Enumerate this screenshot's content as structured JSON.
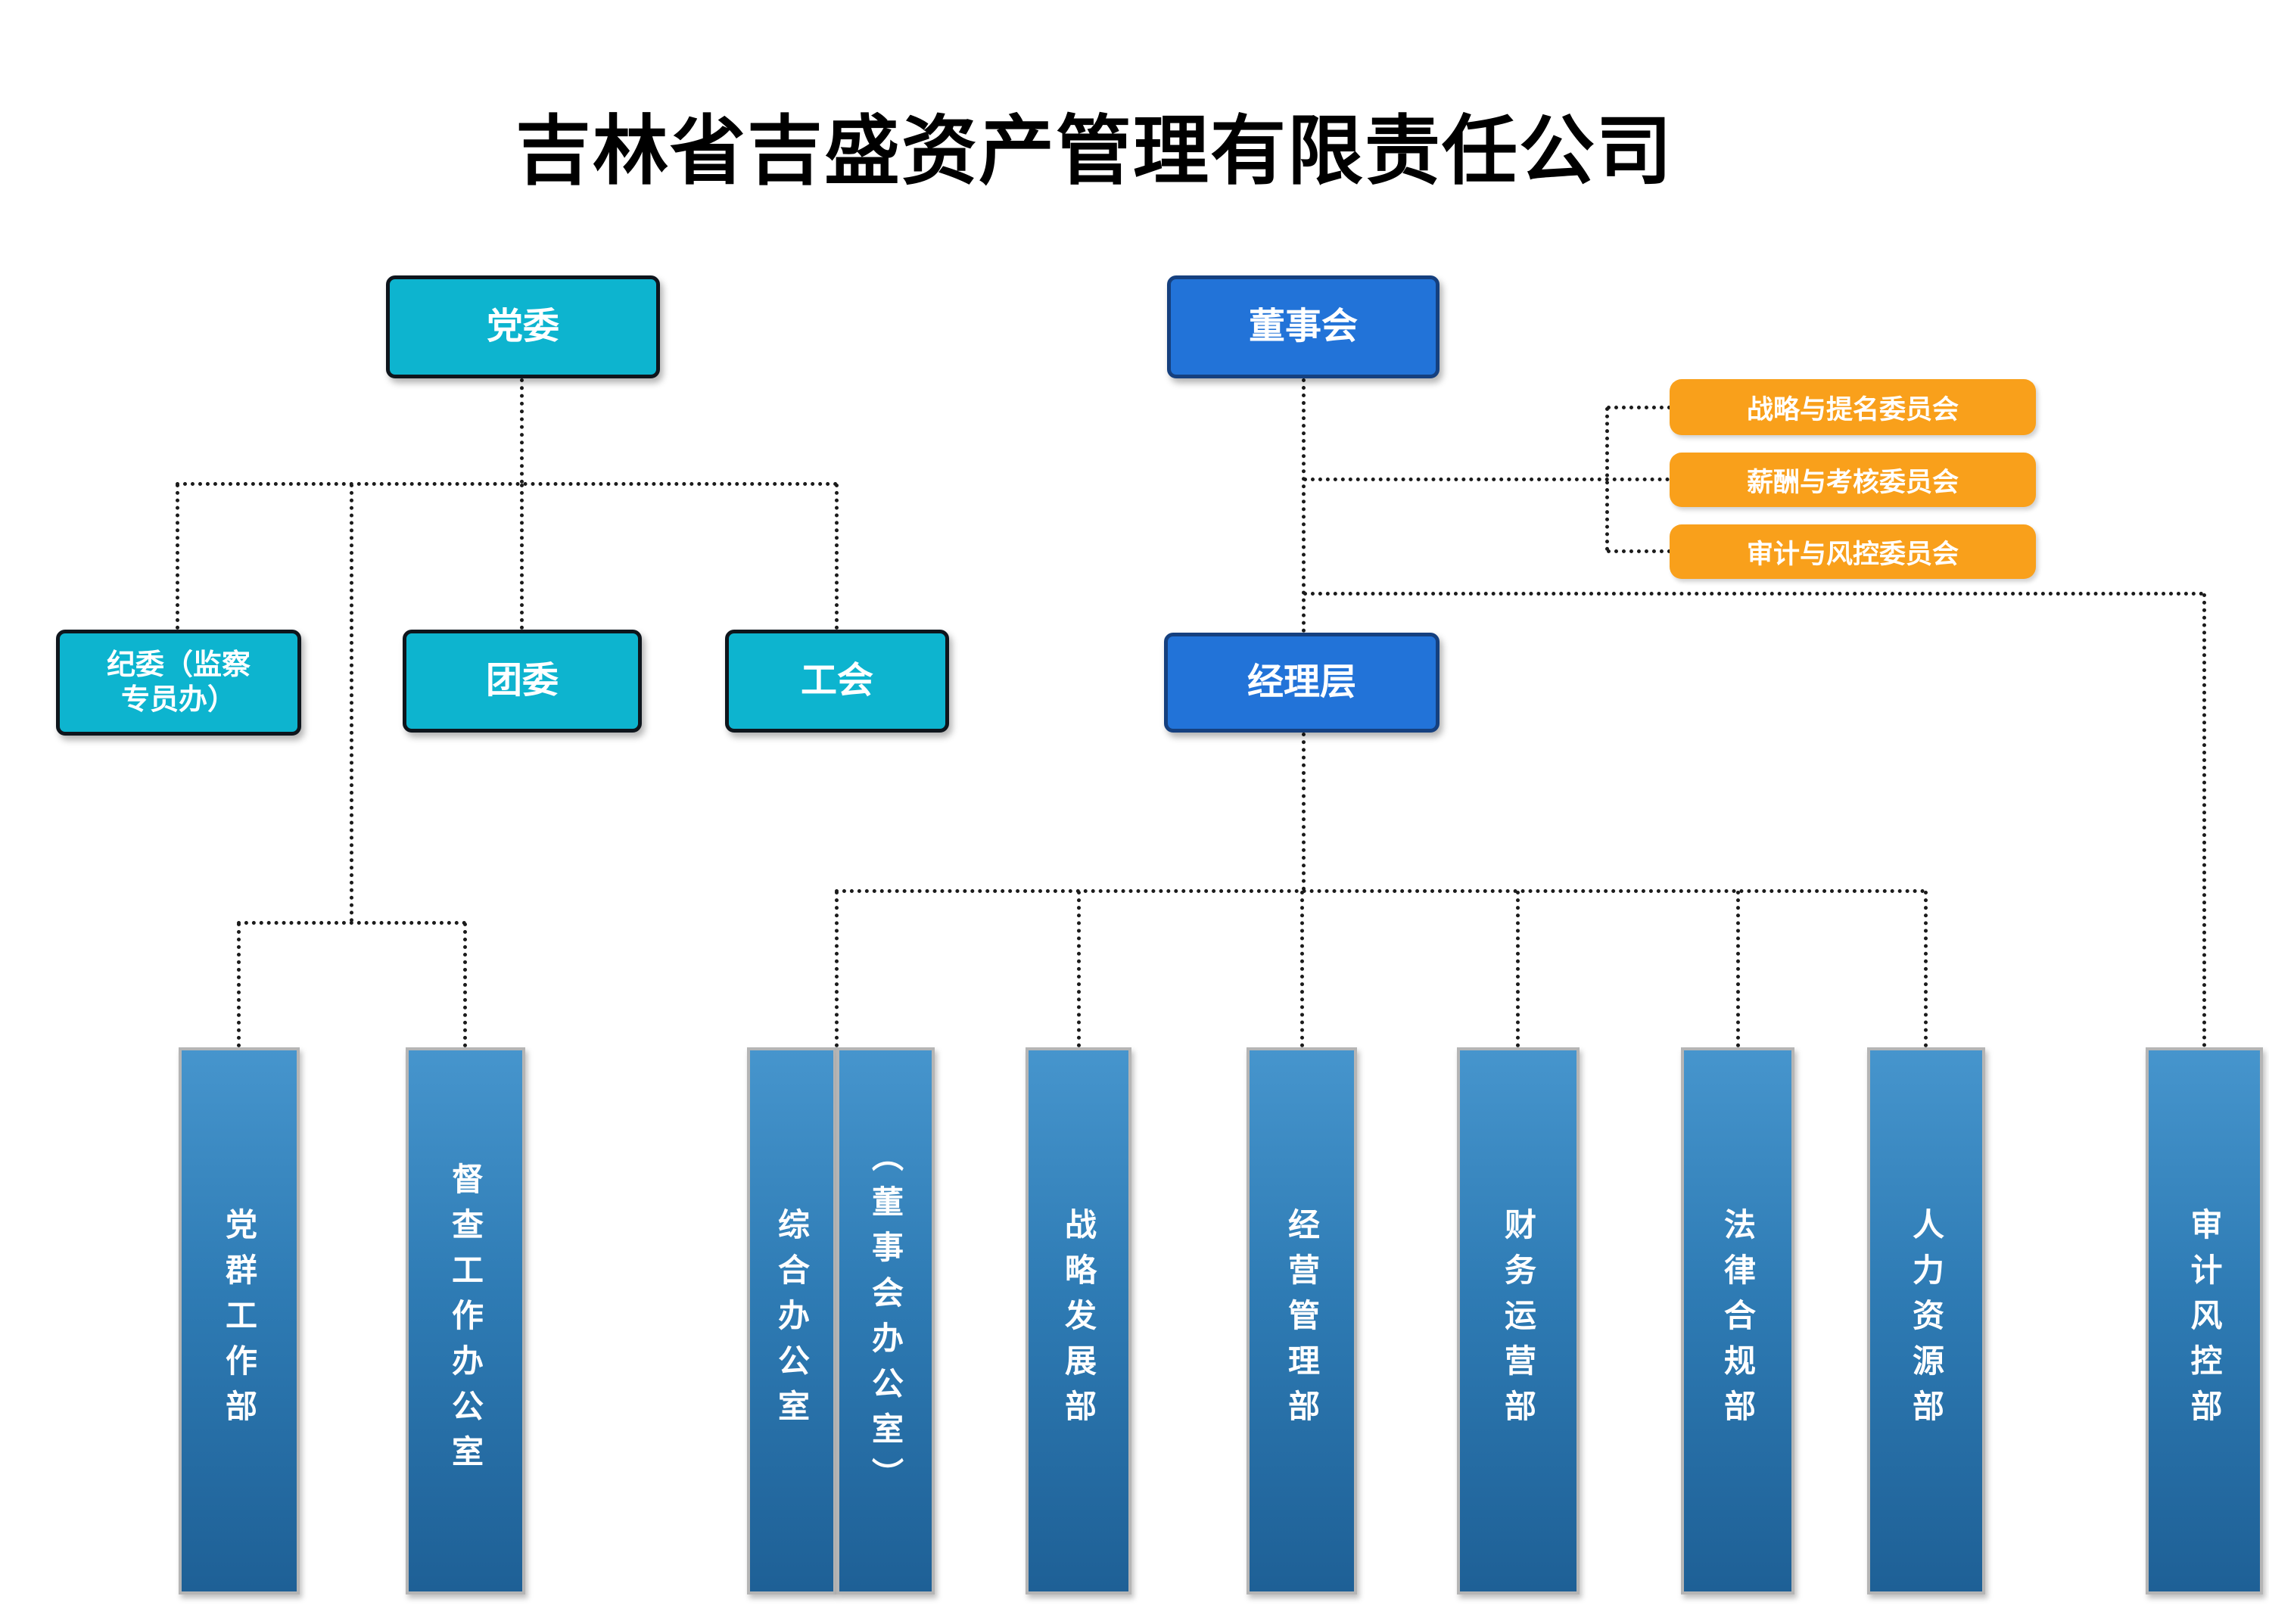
{
  "title": "吉林省吉盛资产管理有限责任公司",
  "nodes": {
    "party_committee": {
      "label": "党委"
    },
    "board": {
      "label": "董事会"
    },
    "discipline": {
      "line1": "纪委（监察",
      "line2": "专员办）"
    },
    "youth_league": {
      "label": "团委"
    },
    "labor_union": {
      "label": "工会"
    },
    "management": {
      "label": "经理层"
    }
  },
  "committees": [
    {
      "label": "战略与提名委员会"
    },
    {
      "label": "薪酬与考核委员会"
    },
    {
      "label": "审计与风控委员会"
    }
  ],
  "departments": [
    {
      "label": "党群工作部"
    },
    {
      "label": "督查工作办公室"
    },
    {
      "label": "综合办公室"
    },
    {
      "label": "（董事会办公室）"
    },
    {
      "label": "战略发展部"
    },
    {
      "label": "经营管理部"
    },
    {
      "label": "财务运营部"
    },
    {
      "label": "法律合规部"
    },
    {
      "label": "人力资源部"
    },
    {
      "label": "审计风控部"
    }
  ],
  "colors": {
    "cyan_box": "#0db4cf",
    "blue_box": "#2273d8",
    "orange_box": "#f9a01b",
    "dept_blue": "#2e7bb4",
    "dept_border": "#b5b5b5",
    "connector_line": "#1b1b1b",
    "title_text": "#000000"
  }
}
